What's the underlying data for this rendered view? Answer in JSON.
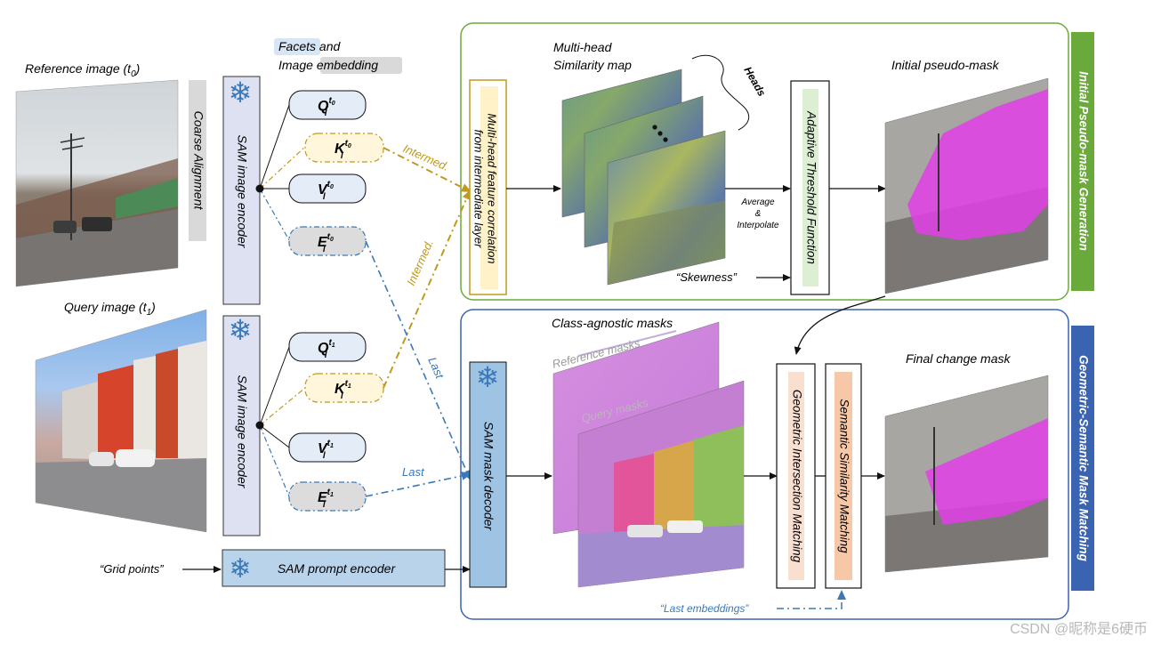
{
  "labels": {
    "reference_image": "Reference image (t",
    "reference_sub": "0",
    "query_image": "Query image (t",
    "query_sub": "1",
    "coarse_alignment": "Coarse Alignment",
    "facets_and": "Facets",
    "facets_rest": " and",
    "image_embedding_a": "Image ",
    "image_embedding_b": "embedding",
    "sam_image_encoder_top": "SAM image encoder",
    "sam_image_encoder_bottom": "SAM image encoder",
    "sam_prompt_encoder": "SAM prompt encoder",
    "sam_mask_decoder": "SAM mask decoder",
    "grid_points": "“Grid points”",
    "intermed_1": "Intermed.",
    "intermed_2": "Intermed.",
    "last_1": "Last",
    "last_2": "Last",
    "multi_head_corr_1": "Multi-head feature correlation",
    "multi_head_corr_2": "from intermediate layer",
    "multi_head_title_1": "Multi-head",
    "multi_head_title_2": "Similarity map",
    "heads": "Heads",
    "ellipsis": "• • •",
    "average": "Average",
    "amp": "&",
    "interpolate": "Interpolate",
    "skewness": "“Skewness”",
    "adaptive_threshold": "Adaptive Threshold Function",
    "initial_pseudo_mask": "Initial pseudo-mask",
    "side_top": "Initial Pseudo-mask Generation",
    "class_agnostic": "Class-agnostic masks",
    "reference_masks": "Reference masks",
    "query_masks": "Query masks",
    "geometric_matching": "Geometric Intersection Matching",
    "semantic_matching": "Semantic Similarity Matching",
    "final_change_mask": "Final change mask",
    "side_bottom": "Geometric-Semantic Mask Matching",
    "last_embeddings": "“Last embeddings”",
    "watermark": "CSDN @昵称是6硬币"
  },
  "tokens": {
    "q0": {
      "base": "Q",
      "sub": "l",
      "sup": "t",
      "supsub": "0"
    },
    "k0": {
      "base": "K",
      "sub": "l",
      "sup": "t",
      "supsub": "0"
    },
    "v0": {
      "base": "V",
      "sub": "l",
      "sup": "t",
      "supsub": "0"
    },
    "e0": {
      "base": "E",
      "sub": "l",
      "sup": "t",
      "supsub": "0"
    },
    "q1": {
      "base": "Q",
      "sub": "l",
      "sup": "t",
      "supsub": "1"
    },
    "k1": {
      "base": "K",
      "sub": "l",
      "sup": "t",
      "supsub": "1"
    },
    "v1": {
      "base": "V",
      "sub": "l",
      "sup": "t",
      "supsub": "1"
    },
    "e1": {
      "base": "E",
      "sub": "l",
      "sup": "t",
      "supsub": "1"
    }
  },
  "colors": {
    "encoder_fill": "#dde1f2",
    "token_fill": "#e3ecf7",
    "gold": "#c09a1c",
    "blue_dash": "#3a78b8",
    "green_panel": "#6aaa3a",
    "blue_panel": "#3a64b2",
    "decoder_fill": "#9fc3e3",
    "prompt_fill": "#b9d3ea",
    "magenta": "#e23ee6"
  }
}
